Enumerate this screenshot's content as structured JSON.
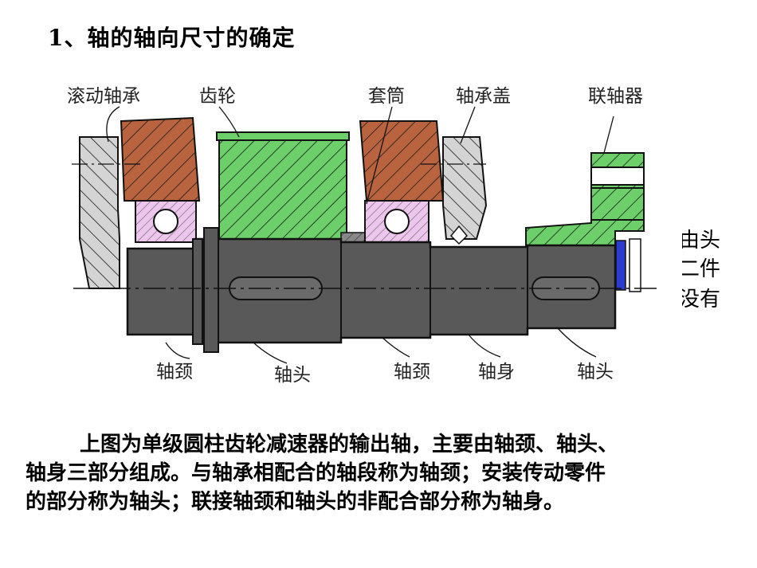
{
  "title": "1、轴的轴向尺寸的确定",
  "labels": {
    "rolling_bearing": "滚动轴承",
    "gear": "齿轮",
    "sleeve": "套筒",
    "bearing_cover": "轴承盖",
    "coupling": "联轴器",
    "journal_left": "轴颈",
    "head_left": "轴头",
    "journal_right": "轴颈",
    "body": "轴身",
    "head_right": "轴头"
  },
  "side_fragments": [
    "由头",
    "二件",
    "没有"
  ],
  "paragraph": {
    "line1": "上图为单级圆柱齿轮减速器的输出轴，主要由轴颈、轴头、",
    "line2": "轴身三部分组成。与轴承相配合的轴段称为轴颈；安装传动零件",
    "line3": "的部分称为轴头；联接轴颈和轴头的非配合部分称为轴身。"
  },
  "colors": {
    "bearing_housing": "#b9643f",
    "gear": "#6ccf6a",
    "shaft": "#5a5a5a",
    "cover": "#d0d0d0",
    "bearing_ring": "#e6b8e6",
    "seal": "#2a3bd0"
  }
}
